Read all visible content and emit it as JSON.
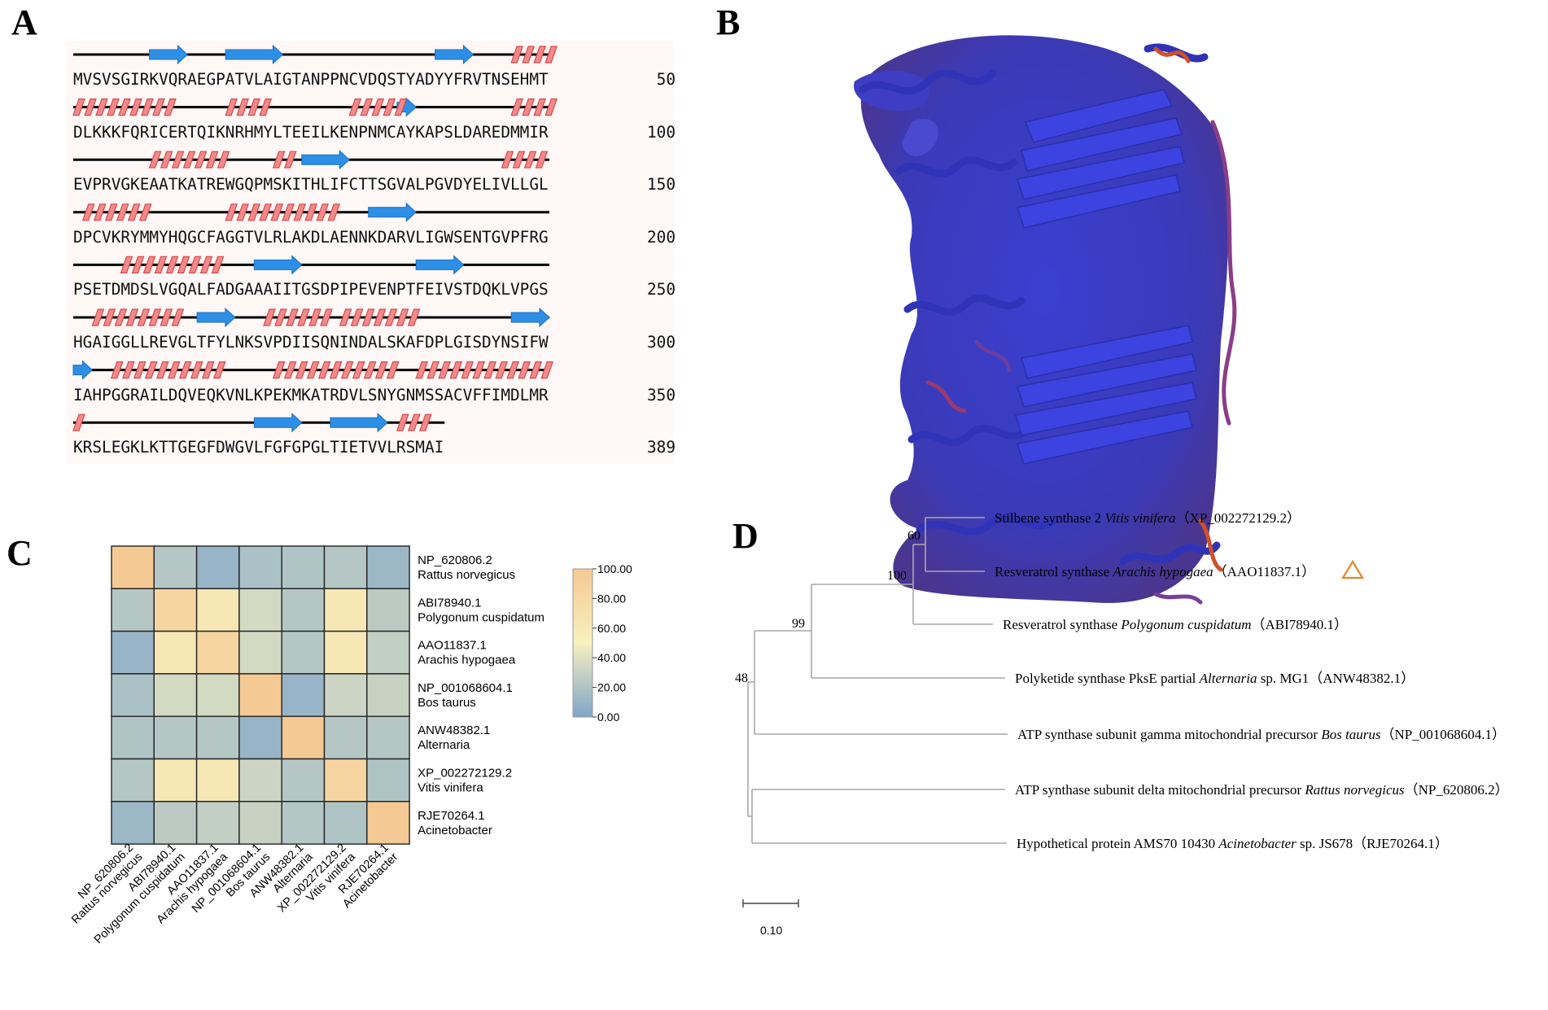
{
  "panels": {
    "a": "A",
    "b": "B",
    "c": "C",
    "d": "D"
  },
  "sequence": {
    "rows": [
      {
        "seq": "MVSVSGIRKVQRAEGPATVLAIGTANPPNCVDQSTYADYYFRVTNSEHMT",
        "num": "50"
      },
      {
        "seq": "DLKKKFQRICERTQIKNRHMYLTEEILKENPNMCAYKAPSLDAREDMMIR",
        "num": "100"
      },
      {
        "seq": "EVPRVGKEAATKATREWGQPMSKITHLIFCTTSGVALPGVDYELIVLLGL",
        "num": "150"
      },
      {
        "seq": "DPCVKRYMMYHQGCFAGGTVLRLAKDLAENNKDARVLIGWSENTGVPFRG",
        "num": "200"
      },
      {
        "seq": "PSETDMDSLVGQALFADGAAAIITGSDPIPEVENPTFEIVSTDQKLVPGS",
        "num": "250"
      },
      {
        "seq": "HGAIGGLLREVGLTFYLNKSVPDIISQNINDALSKAFDPLGISDYNSIFW",
        "num": "300"
      },
      {
        "seq": "IAHPGGRAILDQVEQKVNLKPEKMKATRDVLSNYGNMSSACVFFIMDLMR",
        "num": "350"
      },
      {
        "seq": "KRSLEGKLKTTGEGFDWGVLFGFGPGLTIETVVLRSMAI",
        "num": "389"
      }
    ]
  },
  "heatmap": {
    "row_ids": [
      "NP_620806.2",
      "ABI78940.1",
      "AAO11837.1",
      "NP_001068604.1",
      "ANW48382.1",
      "XP_002272129.2",
      "RJE70264.1"
    ],
    "row_species": [
      "Rattus norvegicus",
      "Polygonum cuspidatum",
      "Arachis hypogaea",
      "Bos taurus",
      "Alternaria",
      "Vitis vinifera",
      "Acinetobacter"
    ],
    "col_labels": [
      "NP_620806.2 Rattus norvegicus",
      "ABI78940.1 Polygonum cuspidatum",
      "AAO11837.1 Arachis hypogaea",
      "NP_001068604.1 Bos taurus",
      "ANW48382.1 Alternaria",
      "XP_002272129.2 Vitis vinifera",
      "RJE70264.1 Acinetobacter"
    ],
    "colorbar_ticks": [
      "100.00",
      "80.00",
      "60.00",
      "40.00",
      "20.00",
      "0.00"
    ],
    "colors": {
      "low": "#7fa6c8",
      "mid": "#f7f0c0",
      "high": "#f5c993"
    }
  },
  "tree": {
    "leaves": [
      {
        "prefix": "Stilbene synthase 2 ",
        "italic": "Vitis vinifera",
        "suffix": "",
        "acc": "（XP_002272129.2）",
        "marker": false
      },
      {
        "prefix": "Resveratrol synthase ",
        "italic": "Arachis hypogaea",
        "suffix": "",
        "acc": "（AAO11837.1）",
        "marker": true
      },
      {
        "prefix": "Resveratrol synthase ",
        "italic": "Polygonum cuspidatum",
        "suffix": "",
        "acc": "（ABI78940.1）",
        "marker": false
      },
      {
        "prefix": "Polyketide synthase PksE partial ",
        "italic": "Alternaria",
        "suffix": " sp. MG1",
        "acc": "（ANW48382.1）",
        "marker": false
      },
      {
        "prefix": "ATP synthase subunit gamma mitochondrial precursor ",
        "italic": "Bos taurus",
        "suffix": "",
        "acc": "（NP_001068604.1）",
        "marker": false
      },
      {
        "prefix": "ATP synthase subunit delta mitochondrial precursor ",
        "italic": "Rattus norvegicus",
        "suffix": "",
        "acc": "（NP_620806.2）",
        "marker": false
      },
      {
        "prefix": "Hypothetical protein AMS70 10430 ",
        "italic": "Acinetobacter",
        "suffix": " sp. JS678",
        "acc": "（RJE70264.1）",
        "marker": false
      }
    ],
    "bootstrap": [
      "60",
      "100",
      "99",
      "48"
    ],
    "scale_label": "0.10",
    "marker_color": "#e0872c"
  },
  "chart_data": {
    "type": "heatmap",
    "rows": [
      "NP_620806.2 Rattus norvegicus",
      "ABI78940.1 Polygonum cuspidatum",
      "AAO11837.1 Arachis hypogaea",
      "NP_001068604.1 Bos taurus",
      "ANW48382.1 Alternaria",
      "XP_002272129.2 Vitis vinifera",
      "RJE70264.1 Acinetobacter"
    ],
    "columns": [
      "NP_620806.2 Rattus norvegicus",
      "ABI78940.1 Polygonum cuspidatum",
      "AAO11837.1 Arachis hypogaea",
      "NP_001068604.1 Bos taurus",
      "ANW48382.1 Alternaria",
      "XP_002272129.2 Vitis vinifera",
      "RJE70264.1 Acinetobacter"
    ],
    "values": [
      [
        100,
        22,
        10,
        18,
        20,
        22,
        12
      ],
      [
        22,
        85,
        62,
        35,
        22,
        62,
        25
      ],
      [
        10,
        62,
        85,
        35,
        22,
        62,
        28
      ],
      [
        18,
        35,
        35,
        100,
        10,
        32,
        30
      ],
      [
        20,
        22,
        22,
        10,
        100,
        22,
        22
      ],
      [
        22,
        62,
        62,
        32,
        22,
        85,
        20
      ],
      [
        12,
        25,
        28,
        30,
        22,
        20,
        100
      ]
    ],
    "vmin": 0,
    "vmax": 100
  }
}
